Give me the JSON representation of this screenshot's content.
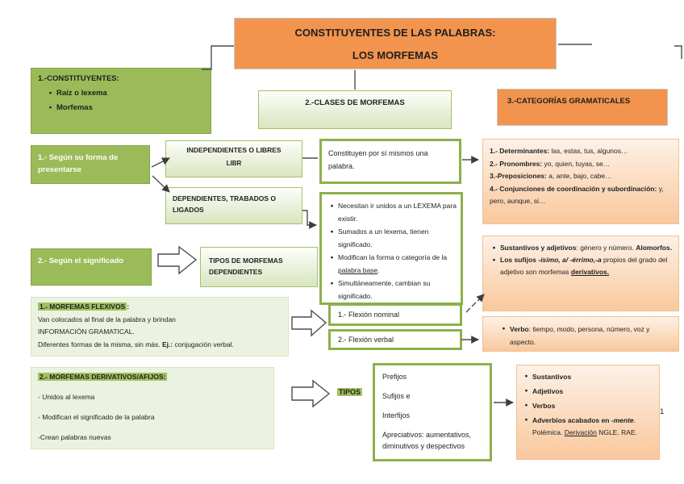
{
  "page_number": "1",
  "glyphs": {
    "bullet": "●"
  },
  "colors": {
    "orange": "#F2944E",
    "green": "#9BBB59",
    "light_green_fill": "#ECF2E0",
    "green_border": "#8DB04A",
    "peach_top": "#FDF1E6",
    "peach_bottom": "#F9C89D"
  },
  "title": {
    "line1": "CONSTITUYENTES DE LAS PALABRAS:",
    "line2": "LOS MORFEMAS"
  },
  "constituyentes": {
    "heading": "1.-CONSTITUYENTES:",
    "items": [
      "Raíz o lexema",
      "Morfemas"
    ]
  },
  "clases_heading": "2.-CLASES DE MORFEMAS",
  "categorias_heading": "3.-CATEGORÍAS GRAMATICALES",
  "forma_label": "1.- Según su forma de presentarse",
  "independientes": {
    "title": "INDEPENDIENTES O LIBRES",
    "subtitle": "LIBR"
  },
  "dependientes_title": "DEPENDIENTES, TRABADOS O LIGADOS",
  "constituyen_text": "Constituyen por sí mismos una palabra.",
  "categorias_list": [
    [
      {
        "t": "1.- Determinantes:",
        "b": 1
      },
      {
        "t": " las, estas, tus, algunos…"
      }
    ],
    [
      {
        "t": "2.- Pronombres:",
        "b": 1
      },
      {
        "t": " yo, quien, tuyas, se…"
      }
    ],
    [
      {
        "t": "3.-Preposiciones:",
        "b": 1
      },
      {
        "t": " a, ante, bajo, cabe…"
      }
    ],
    [
      {
        "t": "4.- Conjunciones de coordinación y subordinación:",
        "b": 1
      },
      {
        "t": " y, pero, aunque, si…"
      }
    ]
  ],
  "dependientes_bullets": [
    [
      {
        "t": "Necesitan ir unidos a un LEXEMA para existir."
      }
    ],
    [
      {
        "t": "Sumados a un lexema, tienen significado."
      }
    ],
    [
      {
        "t": "Modifican la forma o categoría de la "
      },
      {
        "t": "palabra base",
        "u": 1
      },
      {
        "t": "."
      }
    ],
    [
      {
        "t": "Simultáneamente, cambian su significado."
      }
    ]
  ],
  "significado_label": "2.- Según el significado",
  "tipos_morfemas_label": "TIPOS DE MORFEMAS DEPENDIENTES",
  "sust_adj_bullets": [
    [
      {
        "t": "Sustantivos y adjetivos",
        "b": 1
      },
      {
        "t": ": género y número. "
      },
      {
        "t": "Alomorfos.",
        "b": 1
      }
    ],
    [
      {
        "t": "Los sufijos ",
        "b": 1
      },
      {
        "t": "-ísimo, a/ -érrimo,-a",
        "b": 1,
        "i": 1
      },
      {
        "t": " propios del grado del adjetivo son morfemas "
      },
      {
        "t": "derivativos.",
        "b": 1,
        "u": 1
      }
    ]
  ],
  "flexivos_lines": [
    [
      {
        "t": "1.- MORFEMAS FLEXIVOS",
        "b": 1,
        "hl": 1
      },
      {
        "t": ":",
        "b": 1
      }
    ],
    [
      {
        "t": "Van colocados al final de la palabra y brindan"
      }
    ],
    [
      {
        "t": "INFORMACIÓN GRAMATICAL."
      }
    ],
    [
      {
        "t": "Diferentes formas de la misma, sin más. "
      },
      {
        "t": "Ej.:",
        "b": 1
      },
      {
        "t": " conjugación verbal."
      }
    ]
  ],
  "flexion_nominal_label": "1.- Flexión nominal",
  "flexion_verbal_label": "2.- Flexión verbal",
  "verbo_bullet": [
    {
      "t": "Verbo",
      "b": 1
    },
    {
      "t": ": tiempo, modo, persona, número, voz y aspecto."
    }
  ],
  "derivativos_lines": {
    "heading": [
      {
        "t": "2.- MORFEMAS DERIVATIVOS/AFIJOS:",
        "b": 1,
        "hl": 1
      }
    ],
    "l1": [
      {
        "t": "- Unidos al lexema"
      }
    ],
    "l2": [
      {
        "t": "- Modifican el significado de la palabra"
      }
    ],
    "l3": [
      {
        "t": "-Crean palabras nuevas"
      }
    ]
  },
  "tipos_label": "TIPOS",
  "tipos_lines": [
    "Prefijos",
    "Sufijos e",
    "Interfijos",
    "Apreciativos: aumentativos, diminutivos y despectivos"
  ],
  "adverbios_bullets": [
    [
      {
        "t": "Sustantivos",
        "b": 1
      }
    ],
    [
      {
        "t": "Adjetivos",
        "b": 1
      }
    ],
    [
      {
        "t": "Verbos",
        "b": 1
      }
    ],
    [
      {
        "t": "Adverbios acabados en ",
        "b": 1
      },
      {
        "t": "-mente",
        "b": 1,
        "i": 1
      },
      {
        "t": ". Polémica. "
      },
      {
        "t": "Derivación",
        "u": 1
      },
      {
        "t": " NGLE. RAE."
      }
    ]
  ]
}
